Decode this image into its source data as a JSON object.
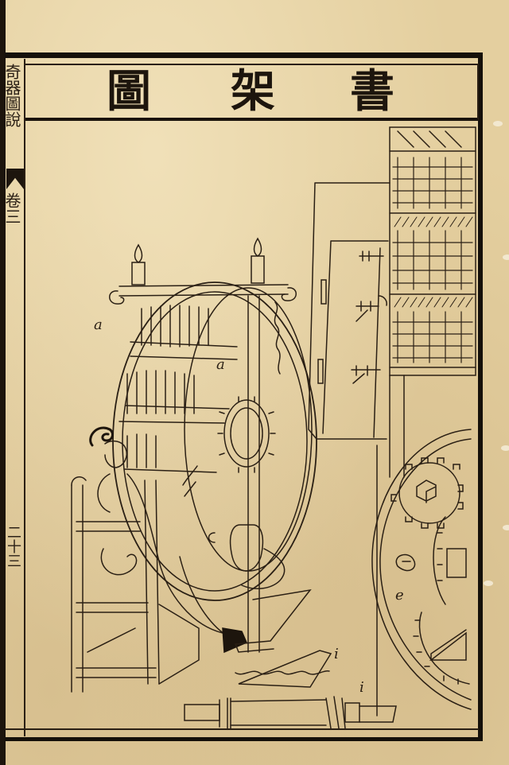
{
  "page": {
    "type": "woodblock-printed book page",
    "title_chars_right_to_left": [
      "書",
      "架",
      "圖"
    ],
    "title": "書架圖",
    "margin": {
      "book_title": "奇器圖說",
      "volume": "卷三",
      "page_number": "二十三"
    },
    "labels": {
      "a": "a",
      "b": "a",
      "c": "e",
      "d": "i",
      "e": "i"
    },
    "colors": {
      "paper": "#e4cf9f",
      "ink": "#1d150d",
      "line": "#2a1f14"
    }
  }
}
